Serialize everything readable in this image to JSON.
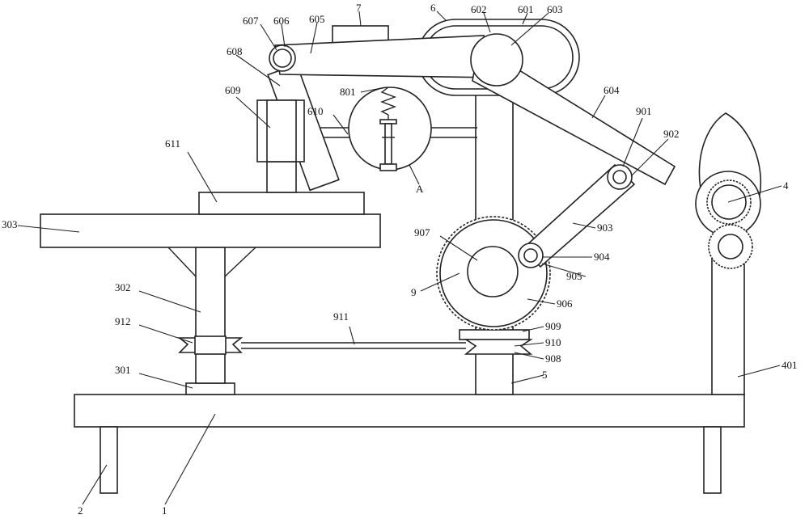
{
  "figure": {
    "labels": {
      "l1": "1",
      "l2": "2",
      "l4": "4",
      "l5": "5",
      "l6": "6",
      "l7": "7",
      "l9": "9",
      "lA": "A",
      "l301": "301",
      "l302": "302",
      "l303": "303",
      "l401": "401",
      "l601": "601",
      "l602": "602",
      "l603": "603",
      "l604": "604",
      "l605": "605",
      "l606": "606",
      "l607": "607",
      "l608": "608",
      "l609": "609",
      "l610": "610",
      "l611": "611",
      "l801": "801",
      "l901": "901",
      "l902": "902",
      "l903": "903",
      "l904": "904",
      "l905": "905",
      "l906": "906",
      "l907": "907",
      "l908": "908",
      "l909": "909",
      "l910": "910",
      "l911": "911",
      "l912": "912"
    }
  }
}
